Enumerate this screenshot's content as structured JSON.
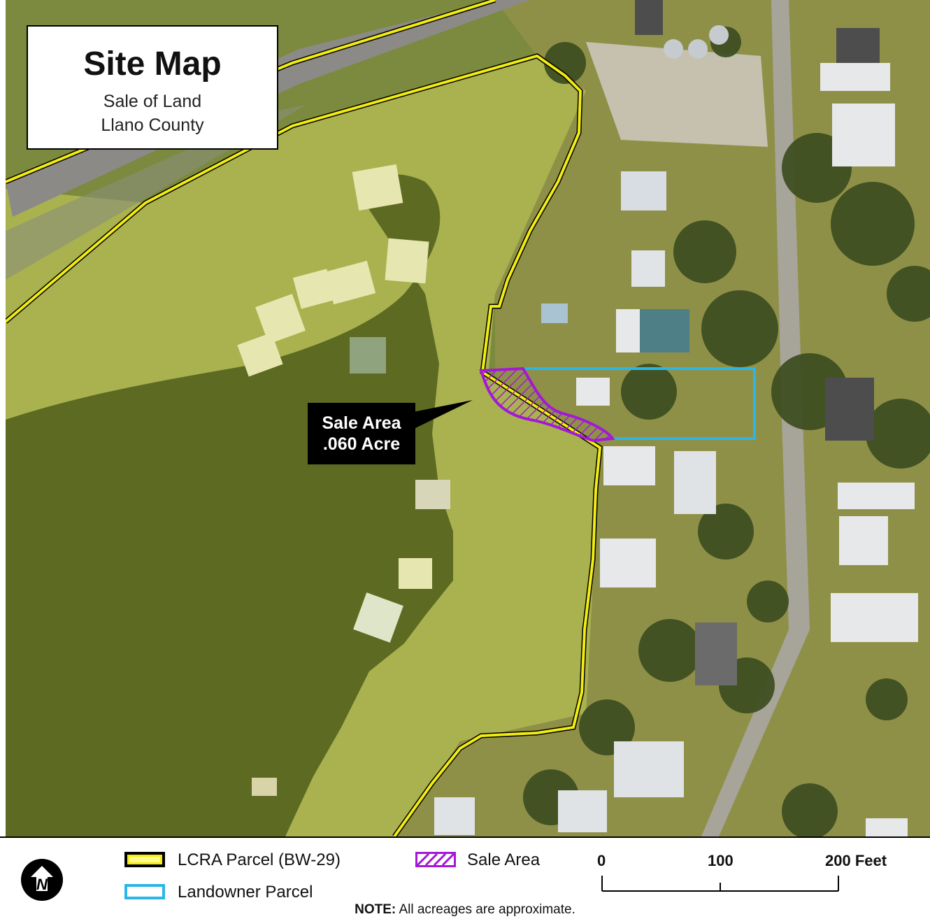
{
  "title": {
    "heading": "Site Map",
    "line1": "Sale of Land",
    "line2": "Llano County"
  },
  "callout": {
    "line1": "Sale Area",
    "line2": ".060 Acre"
  },
  "legend": {
    "lcra_label": "LCRA Parcel (BW-29)",
    "landowner_label": "Landowner Parcel",
    "sale_label": "Sale Area"
  },
  "scale_bar": {
    "tick_0": "0",
    "tick_1": "100",
    "tick_2": "200 Feet"
  },
  "note": {
    "prefix": "NOTE:",
    "text": " All acreages are approximate."
  },
  "colors": {
    "lcra_outline": "#f2ec12",
    "landowner_outline": "#29b6e8",
    "sale_area": "#a319d6",
    "water": "#5d6a22",
    "grass": "#9aa647"
  },
  "icons": {
    "north_arrow": "north-arrow-icon"
  }
}
